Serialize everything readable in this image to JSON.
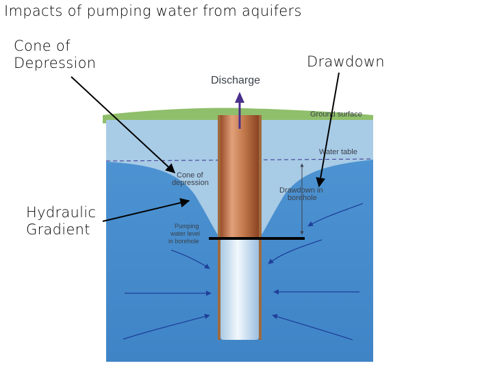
{
  "slide": {
    "title": "Impacts of pumping water from aquifers",
    "callouts": {
      "cone_of_depression": "Cone of\nDepression",
      "drawdown": "Drawdown",
      "hydraulic_gradient": "Hydraulic\nGradient"
    }
  },
  "diagram": {
    "discharge": "Discharge",
    "ground_surface": "Ground surface",
    "water_table": "Water table",
    "cone_label_line1": "Cone of",
    "cone_label_line2": "depression",
    "drawdown_line1": "Drawdown in",
    "drawdown_line2": "borehole",
    "pumping_line1": "Pumping",
    "pumping_line2": "water level",
    "pumping_line3": "in borehole"
  },
  "colors": {
    "ground_green": "#8fbf6a",
    "upper_aquifer": "#a8cbe6",
    "saturated_aquifer": "#4a90d0",
    "arrow_dark_blue": "#1f3f9a",
    "borehole_copper": "#c47a4c",
    "discharge_arrow": "#4a2f8c"
  }
}
